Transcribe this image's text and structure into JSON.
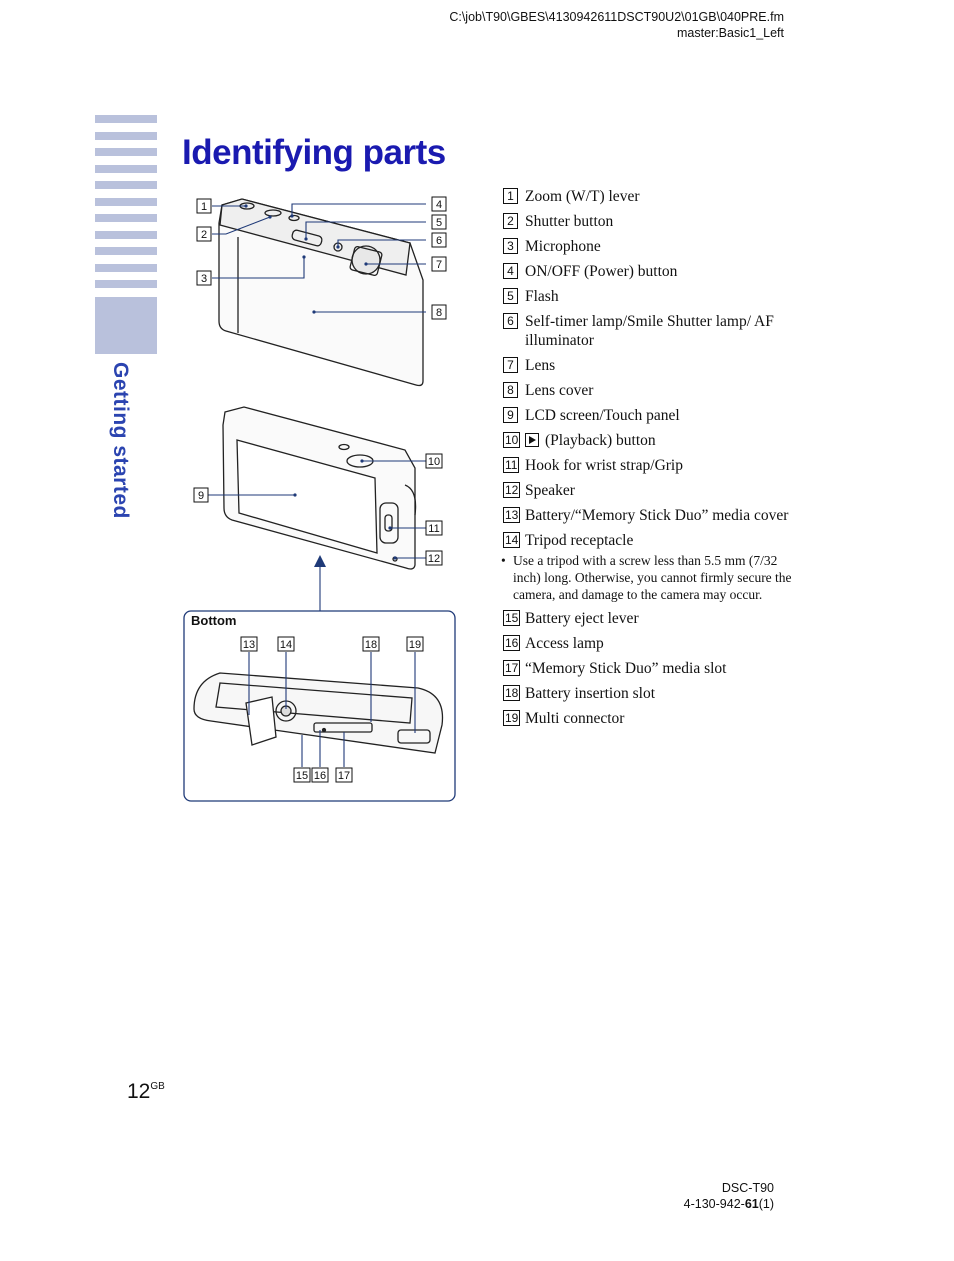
{
  "header": {
    "path": "C:\\job\\T90\\GBES\\4130942611DSCT90U2\\01GB\\040PRE.fm",
    "master": "master:Basic1_Left"
  },
  "section_tab": "Getting started",
  "title": "Identifying parts",
  "figure": {
    "bottom_label": "Bottom",
    "callouts": [
      "1",
      "2",
      "3",
      "4",
      "5",
      "6",
      "7",
      "8",
      "9",
      "10",
      "11",
      "12",
      "13",
      "14",
      "15",
      "16",
      "17",
      "18",
      "19"
    ]
  },
  "parts": [
    {
      "num": "1",
      "label": "Zoom (W/T) lever"
    },
    {
      "num": "2",
      "label": "Shutter button"
    },
    {
      "num": "3",
      "label": "Microphone"
    },
    {
      "num": "4",
      "label": "ON/OFF (Power) button"
    },
    {
      "num": "5",
      "label": "Flash"
    },
    {
      "num": "6",
      "label": "Self-timer lamp/Smile Shutter lamp/ AF illuminator"
    },
    {
      "num": "7",
      "label": "Lens"
    },
    {
      "num": "8",
      "label": "Lens cover"
    },
    {
      "num": "9",
      "label": "LCD screen/Touch panel"
    },
    {
      "num": "10",
      "label": "(Playback) button",
      "icon": "playback-icon"
    },
    {
      "num": "11",
      "label": "Hook for wrist strap/Grip"
    },
    {
      "num": "12",
      "label": "Speaker"
    },
    {
      "num": "13",
      "label": "Battery/“Memory Stick Duo” media cover"
    },
    {
      "num": "14",
      "label": "Tripod receptacle"
    },
    {
      "num": "15",
      "label": "Battery eject lever"
    },
    {
      "num": "16",
      "label": "Access lamp"
    },
    {
      "num": "17",
      "label": "“Memory Stick Duo” media slot"
    },
    {
      "num": "18",
      "label": "Battery insertion slot"
    },
    {
      "num": "19",
      "label": "Multi connector"
    }
  ],
  "note": "Use a tripod with a screw less than 5.5 mm (7/32 inch) long. Otherwise, you cannot firmly secure the camera, and damage to the camera may occur.",
  "page_number": "12",
  "page_suffix": "GB",
  "footer": {
    "model": "DSC-T90",
    "code_prefix": "4-130-942-",
    "code_bold": "61",
    "code_suffix": "(1)"
  },
  "colors": {
    "title": "#1a1ab0",
    "tab_blue": "#2b44b0",
    "tab_stripe": "#b9c1dc",
    "leader_line": "#1f3a78"
  }
}
